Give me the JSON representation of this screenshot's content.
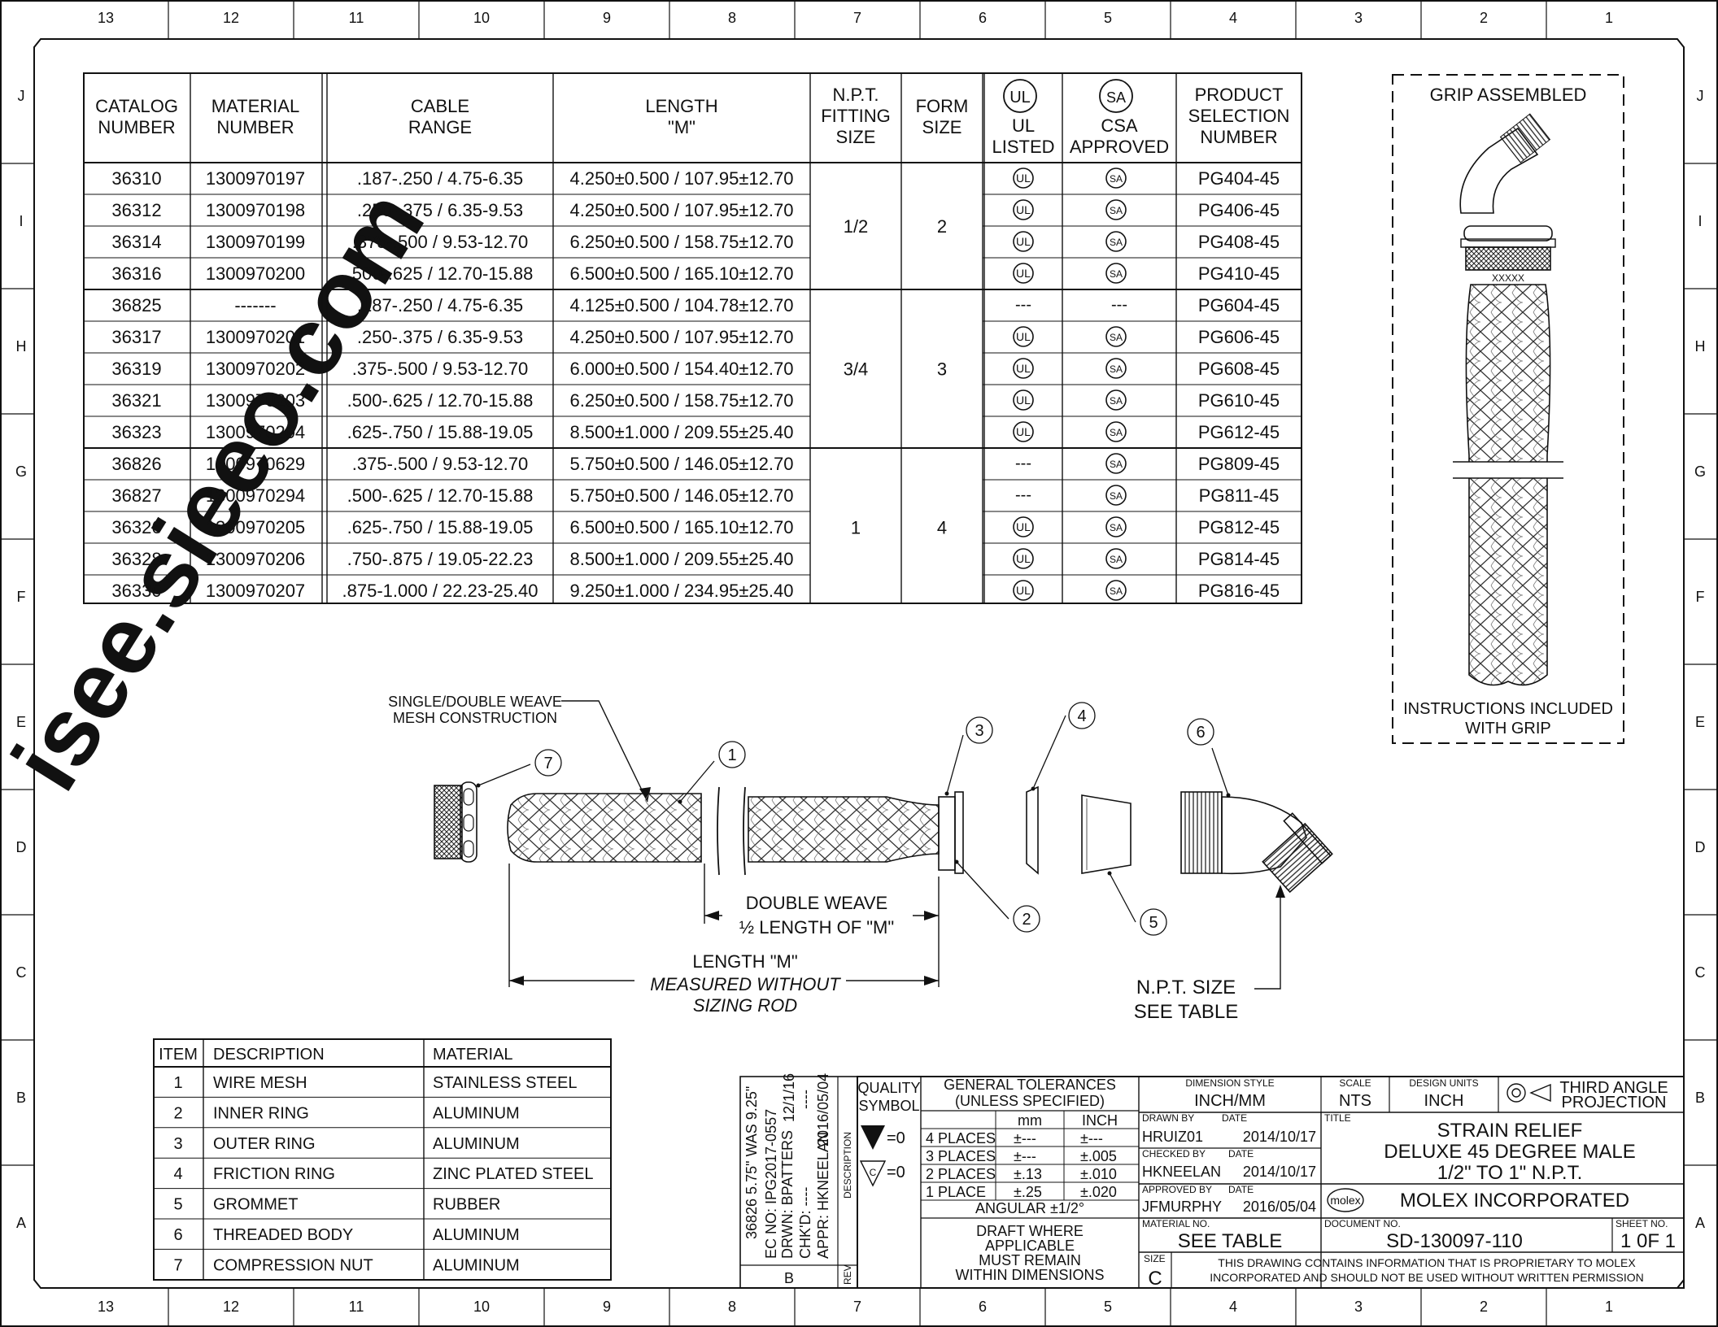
{
  "border": {
    "columns": [
      "13",
      "12",
      "11",
      "10",
      "9",
      "8",
      "7",
      "6",
      "5",
      "4",
      "3",
      "2",
      "1"
    ],
    "rows": [
      "J",
      "I",
      "H",
      "G",
      "F",
      "E",
      "D",
      "C",
      "B",
      "A"
    ]
  },
  "catalog_table": {
    "headers": {
      "catalog": [
        "CATALOG",
        "NUMBER"
      ],
      "material": [
        "MATERIAL",
        "NUMBER"
      ],
      "cable": [
        "CABLE",
        "RANGE"
      ],
      "length": [
        "LENGTH",
        "\"M\""
      ],
      "npt": [
        "N.P.T.",
        "FITTING",
        "SIZE"
      ],
      "form": [
        "FORM",
        "SIZE"
      ],
      "ul": [
        "UL",
        "LISTED"
      ],
      "csa": [
        "CSA",
        "APPROVED"
      ],
      "product": [
        "PRODUCT",
        "SELECTION",
        "NUMBER"
      ]
    },
    "ul_mark": "UL",
    "csa_mark": "SA",
    "rows": [
      {
        "catalog": "36310",
        "material": "1300970197",
        "cable": ".187-.250 / 4.75-6.35",
        "length": "4.250±0.500 / 107.95±12.70",
        "ul": "UL",
        "csa": "CSA",
        "product": "PG404-45"
      },
      {
        "catalog": "36312",
        "material": "1300970198",
        "cable": ".250-.375 / 6.35-9.53",
        "length": "4.250±0.500 / 107.95±12.70",
        "ul": "UL",
        "csa": "CSA",
        "product": "PG406-45"
      },
      {
        "catalog": "36314",
        "material": "1300970199",
        "cable": ".375-.500 / 9.53-12.70",
        "length": "6.250±0.500 / 158.75±12.70",
        "ul": "UL",
        "csa": "CSA",
        "product": "PG408-45"
      },
      {
        "catalog": "36316",
        "material": "1300970200",
        "cable": ".500-.625 / 12.70-15.88",
        "length": "6.500±0.500 / 165.10±12.70",
        "ul": "UL",
        "csa": "CSA",
        "product": "PG410-45"
      },
      {
        "catalog": "36825",
        "material": "-------",
        "cable": ".187-.250 / 4.75-6.35",
        "length": "4.125±0.500 / 104.78±12.70",
        "ul": "---",
        "csa": "---",
        "product": "PG604-45"
      },
      {
        "catalog": "36317",
        "material": "1300970201",
        "cable": ".250-.375 / 6.35-9.53",
        "length": "4.250±0.500 / 107.95±12.70",
        "ul": "UL",
        "csa": "CSA",
        "product": "PG606-45"
      },
      {
        "catalog": "36319",
        "material": "1300970202",
        "cable": ".375-.500 / 9.53-12.70",
        "length": "6.000±0.500 / 154.40±12.70",
        "ul": "UL",
        "csa": "CSA",
        "product": "PG608-45"
      },
      {
        "catalog": "36321",
        "material": "1300970203",
        "cable": ".500-.625 / 12.70-15.88",
        "length": "6.250±0.500 / 158.75±12.70",
        "ul": "UL",
        "csa": "CSA",
        "product": "PG610-45"
      },
      {
        "catalog": "36323",
        "material": "1300970204",
        "cable": ".625-.750 / 15.88-19.05",
        "length": "8.500±1.000 / 209.55±25.40",
        "ul": "UL",
        "csa": "CSA",
        "product": "PG612-45"
      },
      {
        "catalog": "36826",
        "material": "1300970629",
        "cable": ".375-.500 / 9.53-12.70",
        "length": "5.750±0.500 / 146.05±12.70",
        "ul": "---",
        "csa": "CSA",
        "product": "PG809-45"
      },
      {
        "catalog": "36827",
        "material": "1300970294",
        "cable": ".500-.625 / 12.70-15.88",
        "length": "5.750±0.500 / 146.05±12.70",
        "ul": "---",
        "csa": "CSA",
        "product": "PG811-45"
      },
      {
        "catalog": "36326",
        "material": "1300970205",
        "cable": ".625-.750 / 15.88-19.05",
        "length": "6.500±0.500 / 165.10±12.70",
        "ul": "UL",
        "csa": "CSA",
        "product": "PG812-45"
      },
      {
        "catalog": "36328",
        "material": "1300970206",
        "cable": ".750-.875 / 19.05-22.23",
        "length": "8.500±1.000 / 209.55±25.40",
        "ul": "UL",
        "csa": "CSA",
        "product": "PG814-45"
      },
      {
        "catalog": "36330",
        "material": "1300970207",
        "cable": ".875-1.000 / 22.23-25.40",
        "length": "9.250±1.000 / 234.95±25.40",
        "ul": "UL",
        "csa": "CSA",
        "product": "PG816-45"
      }
    ],
    "groups": [
      {
        "npt": "1/2",
        "form": "2"
      },
      {
        "npt": "3/4",
        "form": "3"
      },
      {
        "npt": "1",
        "form": "4"
      }
    ]
  },
  "grip_box": {
    "title": "GRIP ASSEMBLED",
    "footer": [
      "INSTRUCTIONS INCLUDED",
      "WITH GRIP"
    ],
    "marking": "XXXXX"
  },
  "exploded": {
    "weave_label": [
      "SINGLE/DOUBLE WEAVE",
      "MESH CONSTRUCTION"
    ],
    "double_weave": [
      "DOUBLE WEAVE",
      "½ LENGTH OF \"M\""
    ],
    "length": [
      "LENGTH \"M\"",
      "MEASURED WITHOUT",
      "SIZING ROD"
    ],
    "npt": [
      "N.P.T. SIZE",
      "SEE TABLE"
    ],
    "balloons": [
      "1",
      "2",
      "3",
      "4",
      "5",
      "6",
      "7"
    ]
  },
  "bom": {
    "headers": [
      "ITEM",
      "DESCRIPTION",
      "MATERIAL"
    ],
    "rows": [
      [
        "1",
        "WIRE MESH",
        "STAINLESS STEEL"
      ],
      [
        "2",
        "INNER RING",
        "ALUMINUM"
      ],
      [
        "3",
        "OUTER RING",
        "ALUMINUM"
      ],
      [
        "4",
        "FRICTION RING",
        "ZINC PLATED STEEL"
      ],
      [
        "5",
        "GROMMET",
        "RUBBER"
      ],
      [
        "6",
        "THREADED BODY",
        "ALUMINUM"
      ],
      [
        "7",
        "COMPRESSION NUT",
        "ALUMINUM"
      ]
    ]
  },
  "revision": {
    "lines": [
      "36826 5.75\" WAS 9.25\"",
      "EC NO: IPG2017-0557",
      "DRWN: BPATTERS",
      "CHK'D: ----",
      "APPR: HKNEELAN"
    ],
    "dates": [
      "12/1/16",
      "----",
      "2016/05/04"
    ],
    "description_label": "DESCRIPTION",
    "rev_label": "REV",
    "rev": "B"
  },
  "title_block": {
    "quality": [
      "QUALITY",
      "SYMBOL"
    ],
    "q1": "=0",
    "q2": "=0",
    "q2_mark": "C",
    "tolerances_title": [
      "GENERAL TOLERANCES",
      "(UNLESS SPECIFIED)"
    ],
    "tol_headers": [
      "mm",
      "INCH"
    ],
    "tol_rows": [
      [
        "4 PLACES",
        "±---",
        "±---"
      ],
      [
        "3 PLACES",
        "±---",
        "±.005"
      ],
      [
        "2 PLACES",
        "±.13",
        "±.010"
      ],
      [
        "1 PLACE",
        "±.25",
        "±.020"
      ]
    ],
    "angular": "ANGULAR ±1/2°",
    "draft": [
      "DRAFT WHERE",
      "APPLICABLE",
      "MUST REMAIN",
      "WITHIN DIMENSIONS"
    ],
    "dimension_style_label": "DIMENSION STYLE",
    "dimension_style": "INCH/MM",
    "scale_label": "SCALE",
    "scale": "NTS",
    "design_units_label": "DESIGN UNITS",
    "design_units": "INCH",
    "projection": [
      "THIRD ANGLE",
      "PROJECTION"
    ],
    "drawn_by_label": "DRAWN BY",
    "date_label": "DATE",
    "drawn_by": "HRUIZ01",
    "drawn_date": "2014/10/17",
    "checked_by_label": "CHECKED BY",
    "checked_by": "HKNEELAN",
    "checked_date": "2014/10/17",
    "approved_by_label": "APPROVED BY",
    "approved_by": "JFMURPHY",
    "approved_date": "2016/05/04",
    "title_label": "TITLE",
    "title": [
      "STRAIN RELIEF",
      "DELUXE 45 DEGREE MALE",
      "1/2\" TO 1\" N.P.T."
    ],
    "logo": "molex",
    "company": "MOLEX INCORPORATED",
    "material_no_label": "MATERIAL NO.",
    "material_no": "SEE TABLE",
    "document_no_label": "DOCUMENT NO.",
    "document_no": "SD-130097-110",
    "sheet_label": "SHEET NO.",
    "sheet": "1 0F 1",
    "size_label": "SIZE",
    "size": "C",
    "proprietary": [
      "THIS DRAWING CONTAINS INFORMATION THAT IS PROPRIETARY TO MOLEX",
      "INCORPORATED AND SHOULD NOT BE USED WITHOUT WRITTEN PERMISSION"
    ]
  },
  "watermark": "isee.sieeo.com"
}
